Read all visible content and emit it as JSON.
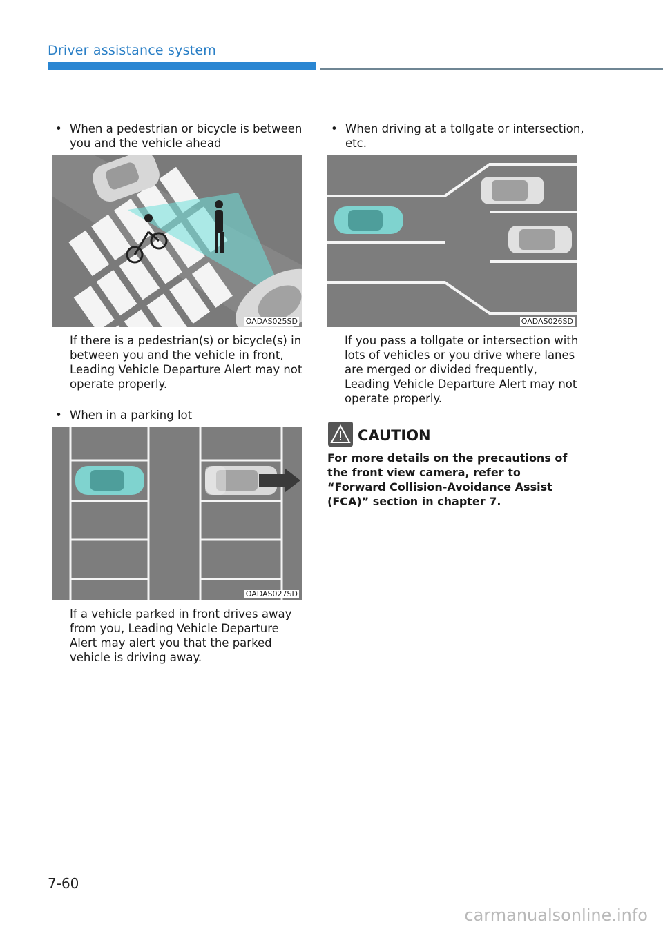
{
  "header": {
    "section_title": "Driver assistance system"
  },
  "left_column": {
    "item1": {
      "bullet": "When a pedestrian or bicycle is between you and the vehicle ahead",
      "figure_code": "OADAS025SD",
      "description": "If there is a pedestrian(s) or bicycle(s) in between you and the vehicle in front, Leading Vehicle Departure Alert may not operate properly."
    },
    "item2": {
      "bullet": "When in a parking lot",
      "figure_code": "OADAS027SD",
      "description": "If a vehicle parked in front drives away from you, Leading Vehicle Departure Alert may alert you that the parked vehicle is driving away."
    }
  },
  "right_column": {
    "item3": {
      "bullet": "When driving at a tollgate or intersection, etc.",
      "figure_code": "OADAS026SD",
      "description": "If you pass a tollgate or intersection with lots of vehicles or you drive where lanes are merged or divided frequently, Leading Vehicle Departure Alert may not operate properly."
    },
    "caution": {
      "title": "CAUTION",
      "text": "For more details on the precautions of the front view camera, refer to “Forward Collision-Avoidance Assist (FCA)” section in chapter 7."
    }
  },
  "footer": {
    "page_number": "7-60",
    "watermark": "carmanualsonline.info"
  },
  "colors": {
    "accent_blue": "#2a86d2",
    "header_text": "#2a7fc6",
    "road_gray": "#7d7d7d",
    "car_teal": "#7fd3cf"
  }
}
